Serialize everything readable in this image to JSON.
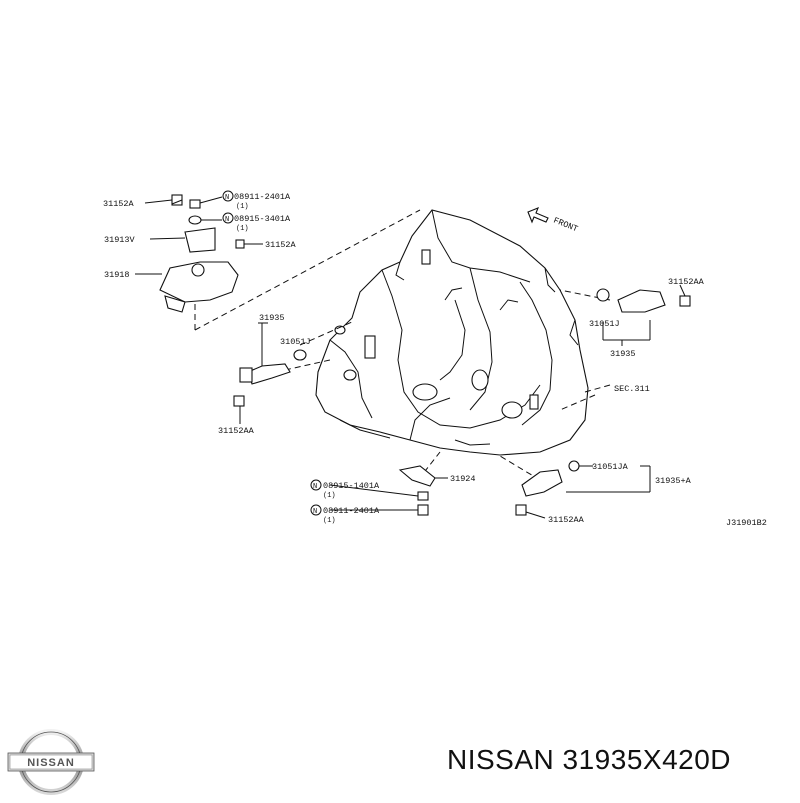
{
  "diagram": {
    "labels": {
      "p31152A_top": "31152A",
      "n08911_top": "08911-2401A",
      "n08911_top_qty": "(1)",
      "n08915_top": "08915-3401A",
      "n08915_top_qty": "(1)",
      "p31913V": "31913V",
      "p31152A_mid": "31152A",
      "p31918": "31918",
      "p31935_left": "31935",
      "p31051J_left": "31051J",
      "p31152AA_left": "31152AA",
      "front": "FRONT",
      "p31152AA_right": "31152AA",
      "p31051J_right": "31051J",
      "p31935_right": "31935",
      "sec311": "SEC.311",
      "n08915_bot": "08915-1401A",
      "n08915_bot_qty": "(1)",
      "p31924": "31924",
      "n08911_bot": "08911-2401A",
      "n08911_bot_qty": "(1)",
      "p31051JA": "31051JA",
      "p31935A": "31935+A",
      "p31152AA_bot": "31152AA",
      "code": "J31901B2",
      "circle_n": "N"
    }
  },
  "footer": {
    "brand_logo_text": "NISSAN",
    "caption": "NISSAN 31935X420D"
  }
}
